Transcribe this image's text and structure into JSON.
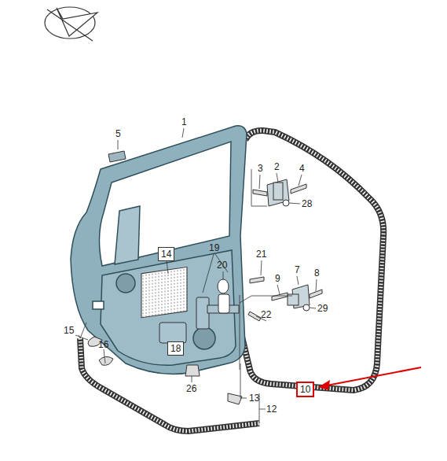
{
  "diagram": {
    "nodes": [
      {
        "text": [
          "10"
        ]
      }
    ],
    "labels": [
      "1",
      "5",
      "2",
      "3",
      "4",
      "28",
      "19",
      "21",
      "20",
      "7",
      "8",
      "9",
      "14",
      "29",
      "22",
      "15",
      "18",
      "16",
      "26",
      "13",
      "12"
    ]
  }
}
